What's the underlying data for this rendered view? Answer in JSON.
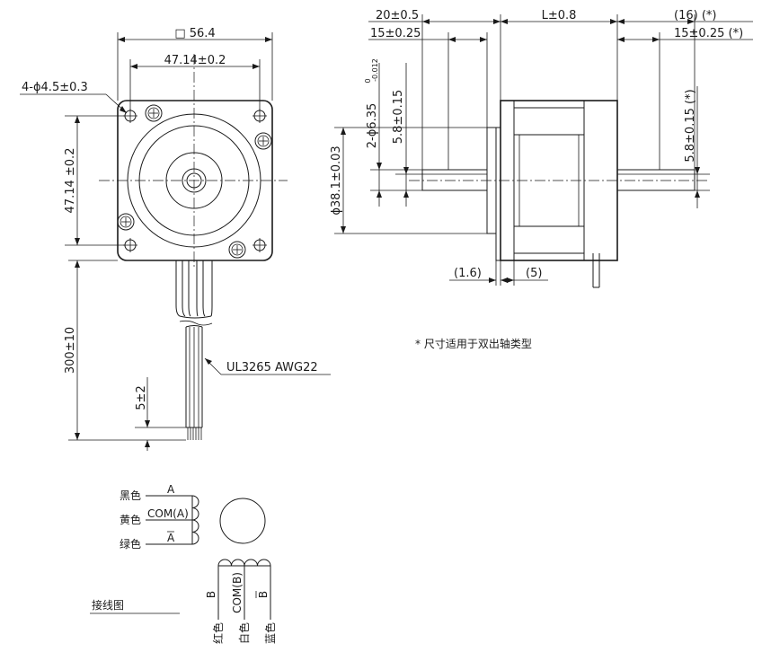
{
  "front_view": {
    "outline_dim": "□ 56.4",
    "hole_pitch_h": "47.14±0.2",
    "hole_spec": "4-ϕ4.5±0.3",
    "hole_pitch_v": "47.14 ±0.2",
    "lead_length": "300±10",
    "cable_label": "UL3265 AWG22",
    "strip_length": "5±2"
  },
  "side_view": {
    "front_shaft_length": "20±0.5",
    "front_flat_length": "15±0.25",
    "body_length": "L±0.8",
    "rear_shaft_length": "(16) (*)",
    "rear_flat_length": "15±0.25 (*)",
    "shaft_dia": "2-ϕ6.35",
    "shaft_tol_upper": "0",
    "shaft_tol_lower": "-0.012",
    "front_flat_depth": "5.8±0.15",
    "rear_flat_depth": "5.8±0.15 (*)",
    "pilot_dia": "ϕ38.1±0.03",
    "flange_thickness": "(1.6)",
    "pilot_height": "(5)",
    "footnote": "* 尺寸适用于双出轴类型"
  },
  "wiring": {
    "title": "接线图",
    "phase_a": {
      "wires": [
        "黑色",
        "黄色",
        "绿色"
      ],
      "labels": [
        "A",
        "COM(A)",
        "A"
      ]
    },
    "phase_b": {
      "wires": [
        "红色",
        "白色",
        "蓝色"
      ],
      "labels": [
        "B",
        "COM(B)",
        "B"
      ]
    }
  }
}
